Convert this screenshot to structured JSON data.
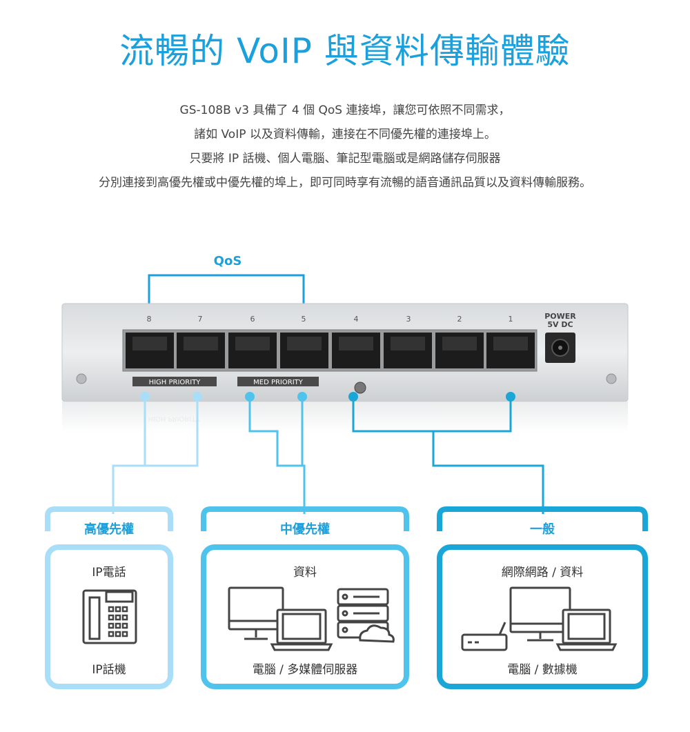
{
  "header": {
    "title": "流暢的 VoIP 與資料傳輸體驗",
    "description": [
      "GS-108B v3 具備了 4 個 QoS 連接埠，讓您可依照不同需求，",
      "諸如 VoIP 以及資料傳輸，連接在不同優先權的連接埠上。",
      "只要將 IP 話機、個人電腦、筆記型電腦或是網路儲存伺服器",
      "分別連接到高優先權或中優先權的埠上，即可同時享有流暢的語音通訊品質以及資料傳輸服務。"
    ]
  },
  "diagram": {
    "qos_label": "QoS",
    "port_numbers": [
      "8",
      "7",
      "6",
      "5",
      "4",
      "3",
      "2",
      "1"
    ],
    "power_label": [
      "POWER",
      "5V DC"
    ],
    "high_priority_label": "HIGH PRIORITY",
    "med_priority_label": "MED PRIORITY"
  },
  "colors": {
    "accent": "#1aa0dc",
    "high": "#a8def7",
    "med": "#4fc3ec",
    "normal": "#1aa6d6"
  },
  "panels": [
    {
      "heading": "高優先權",
      "subtitle": "IP電話",
      "caption": "IP話機",
      "icon": "desk-phone-icon"
    },
    {
      "heading": "中優先權",
      "subtitle": "資料",
      "caption": "電腦 / 多媒體伺服器",
      "icon": "computer-laptop-server-icon"
    },
    {
      "heading": "一般",
      "subtitle": "網際網路 / 資料",
      "caption": "電腦 / 數據機",
      "icon": "computer-laptop-modem-icon"
    }
  ]
}
